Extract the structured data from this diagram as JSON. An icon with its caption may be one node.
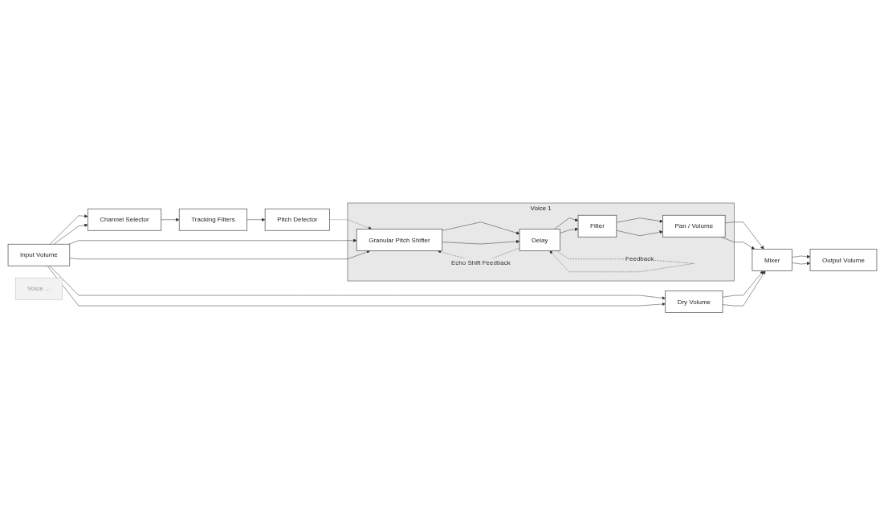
{
  "diagram": {
    "nodes": [
      {
        "text": [
          "Input Volume"
        ]
      },
      {
        "text": [
          "Channel Selector"
        ]
      },
      {
        "text": [
          "Tracking Filters"
        ]
      },
      {
        "text": [
          "Pitch Detector"
        ]
      },
      {
        "text": [
          "Voice 1"
        ]
      },
      {
        "text": [
          "Granular Pitch Shifter"
        ],
        "in": 4
      },
      {
        "text": [
          "Delay"
        ],
        "in": 4
      },
      {
        "text": [
          "Filter"
        ],
        "in": 4
      },
      {
        "text": [
          "Pan / Volume"
        ],
        "in": 4
      },
      {
        "text": [
          "Voice ..."
        ]
      },
      {
        "text": [
          "Dry Volume"
        ]
      },
      {
        "text": [
          "Mixer"
        ]
      },
      {
        "text": [
          "Output Volume"
        ]
      }
    ],
    "edges": [
      {
        "from": 0,
        "to": 1,
        "arrow": "to"
      },
      {
        "from": 0,
        "to": 1,
        "arrow": "to"
      },
      {
        "from": 1,
        "to": 2,
        "arrow": "to"
      },
      {
        "from": 2,
        "to": 3,
        "arrow": "to"
      },
      {
        "from": 3,
        "to": 5,
        "arrow": "to",
        "style": "dashed"
      },
      {
        "from": 0,
        "to": 5,
        "arrow": "to"
      },
      {
        "from": 0,
        "to": 5,
        "arrow": "to"
      },
      {
        "from": 5,
        "to": 6,
        "arrow": "to"
      },
      {
        "from": 5,
        "to": 6,
        "arrow": "to"
      },
      {
        "from": 6,
        "to": 5,
        "arrow": "to",
        "label": "Echo Shift Feedback",
        "style": "dashed"
      },
      {
        "from": 6,
        "to": 6,
        "arrow": "to",
        "label": "Feedback",
        "style": "dashed"
      },
      {
        "from": 6,
        "to": 7,
        "arrow": "to"
      },
      {
        "from": 6,
        "to": 7,
        "arrow": "to"
      },
      {
        "from": 7,
        "to": 8,
        "arrow": "to"
      },
      {
        "from": 7,
        "to": 8,
        "arrow": "to"
      },
      {
        "from": 8,
        "to": 11,
        "arrow": "to"
      },
      {
        "from": 8,
        "to": 11,
        "arrow": "to"
      },
      {
        "from": 0,
        "to": 10,
        "arrow": "to"
      },
      {
        "from": 0,
        "to": 10,
        "arrow": "to"
      },
      {
        "from": 10,
        "to": 11,
        "arrow": "to"
      },
      {
        "from": 10,
        "to": 11,
        "arrow": "to"
      },
      {
        "from": 11,
        "to": 12,
        "arrow": "to"
      },
      {
        "from": 11,
        "to": 12,
        "arrow": "to"
      }
    ]
  }
}
